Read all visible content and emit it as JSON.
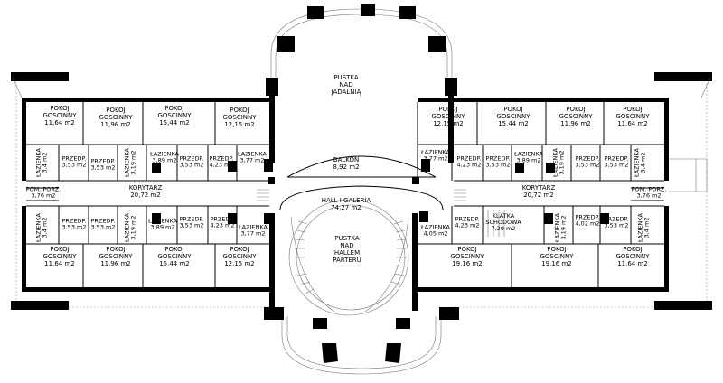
{
  "rooms": {
    "pustka_nad_jadalnia": [
      "PUSTKA",
      "NAD",
      "JADALNIĄ"
    ],
    "balkon": [
      "BALKON",
      "8,92 m2"
    ],
    "hall": [
      "HALL I GALERIA",
      "74,27 m2"
    ],
    "pustka_nad_hallem": [
      "PUSTKA",
      "NAD",
      "HALLEM",
      "PARTERU"
    ],
    "lt_pokoj_1": [
      "POKOJ",
      "GOSCINNY",
      "11,64 m2"
    ],
    "lt_pokoj_2": [
      "POKOJ",
      "GOSCINNY",
      "11,96 m2"
    ],
    "lt_pokoj_3": [
      "POKOJ",
      "GOSCINNY",
      "15,44 m2"
    ],
    "lt_pokoj_4": [
      "POKOJ",
      "GOSCINNY",
      "12,15 m2"
    ],
    "lb_pokoj_1": [
      "POKOJ",
      "GOSCINNY",
      "11,64 m2"
    ],
    "lb_pokoj_2": [
      "POKOJ",
      "GOSCINNY",
      "11,96 m2"
    ],
    "lb_pokoj_3": [
      "POKOJ",
      "GOSCINNY",
      "15,44 m2"
    ],
    "lb_pokoj_4": [
      "POKOJ",
      "GOSCINNY",
      "12,15 m2"
    ],
    "rt_pokoj_1": [
      "POKOJ",
      "GOSCINNY",
      "12,15 m2"
    ],
    "rt_pokoj_2": [
      "POKOJ",
      "GOSCINNY",
      "15,44 m2"
    ],
    "rt_pokoj_3": [
      "POKOJ",
      "GOSCINNY",
      "11,96 m2"
    ],
    "rt_pokoj_4": [
      "POKOJ",
      "GOSCINNY",
      "11,64 m2"
    ],
    "rb_pokoj_1": [
      "POKOJ",
      "GOSCINNY",
      "19,16 m2"
    ],
    "rb_pokoj_2": [
      "POKOJ",
      "GOSCINNY",
      "19,16 m2"
    ],
    "rb_pokoj_3": [
      "POKOJ",
      "GOSCINNY",
      "11,64 m2"
    ],
    "l_korytarz": [
      "KORYTARZ",
      "20,72 m2"
    ],
    "r_korytarz": [
      "KORYTARZ",
      "20,72 m2"
    ],
    "l_pom_porz": [
      "POM. PORZ.",
      "3,76 m2"
    ],
    "r_pom_porz": [
      "POM. PORZ.",
      "3,76 m2"
    ],
    "klatka": [
      "KLATKA",
      "SCHODOWA",
      "7,29 m2"
    ],
    "lt_laz_1": [
      "ŁAZIENKA",
      "3,4 m2"
    ],
    "lt_prz_1": [
      "PRZEDP.",
      "3,53 m2"
    ],
    "lt_prz_2": [
      "PRZEDP.",
      "3,53 m2"
    ],
    "lt_laz_2": [
      "ŁAZIENKA",
      "3,19 m2"
    ],
    "lt_laz_3": [
      "ŁAZIENKA",
      "3,89 m2"
    ],
    "lt_prz_3": [
      "PRZEDP.",
      "3,53 m2"
    ],
    "lt_prz_4": [
      "PRZEDP.",
      "4,23 m2"
    ],
    "lt_laz_4": [
      "ŁAZIENKA",
      "3,77 m2"
    ],
    "lb_laz_1": [
      "ŁAZIENKA",
      "3,4 m2"
    ],
    "lb_prz_1": [
      "PRZEDP.",
      "3,53 m2"
    ],
    "lb_prz_2": [
      "PRZEDP.",
      "3,53 m2"
    ],
    "lb_laz_2": [
      "ŁAZIENKA",
      "3,19 m2"
    ],
    "lb_laz_3": [
      "ŁAZIENKA",
      "3,89 m2"
    ],
    "lb_prz_3": [
      "PRZEDP.",
      "3,53 m2"
    ],
    "lb_prz_4": [
      "PRZEDP.",
      "4,23 m2"
    ],
    "lb_laz_4": [
      "ŁAZIENKA",
      "3,77 m2"
    ],
    "rt_laz_1": [
      "ŁAZIENKA",
      "3,77 m2"
    ],
    "rt_prz_1": [
      "PRZEDP.",
      "4,23 m2"
    ],
    "rt_prz_2": [
      "PRZEDP.",
      "3,53 m2"
    ],
    "rt_laz_2": [
      "ŁAZIENKA",
      "3,89 m2"
    ],
    "rt_laz_3": [
      "ŁAZIENKA",
      "3,19 m2"
    ],
    "rt_prz_3": [
      "PRZEDP.",
      "3,53 m2"
    ],
    "rt_prz_4": [
      "PRZEDP.",
      "3,53 m2"
    ],
    "rt_laz_4": [
      "ŁAZIENKA",
      "3,4 m2"
    ],
    "rb_laz_1": [
      "ŁAZIENKA",
      "4,05 m2"
    ],
    "rb_prz_1": [
      "PRZEDP.",
      "4,23 m2"
    ],
    "rb_laz_2": [
      "ŁAZIENKA",
      "3,19 m2"
    ],
    "rb_prz_2": [
      "PRZEDP.",
      "4,02 m2"
    ],
    "rb_prz_3": [
      "PRZEDP.",
      "3,53 m2"
    ],
    "rb_laz_3": [
      "ŁAZIENKA",
      "3,4 m2"
    ]
  }
}
